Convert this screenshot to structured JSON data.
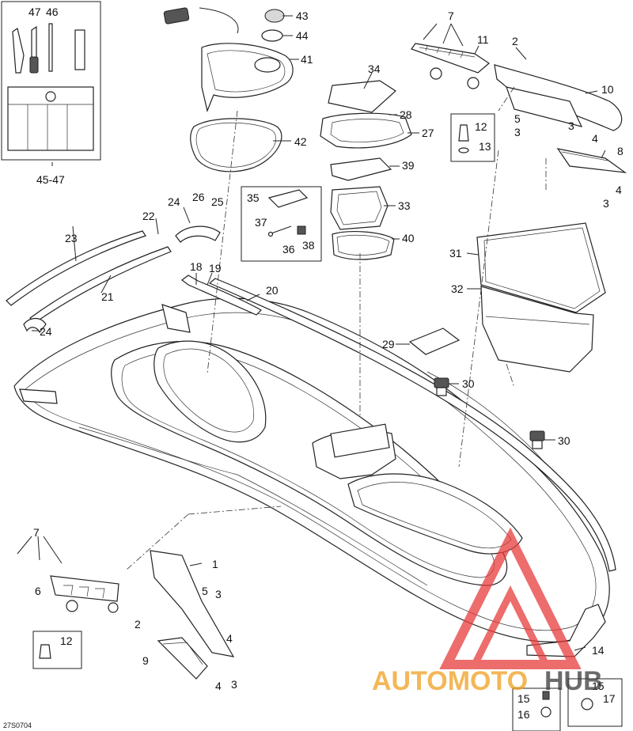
{
  "diagram": {
    "code": "27S0704",
    "labels": [
      {
        "id": "47",
        "text": "47"
      },
      {
        "id": "46",
        "text": "46"
      },
      {
        "id": "45-47",
        "text": "45-47"
      },
      {
        "id": "43",
        "text": "43"
      },
      {
        "id": "44",
        "text": "44"
      },
      {
        "id": "41",
        "text": "41"
      },
      {
        "id": "42",
        "text": "42"
      },
      {
        "id": "34",
        "text": "34"
      },
      {
        "id": "28",
        "text": "28"
      },
      {
        "id": "27",
        "text": "27"
      },
      {
        "id": "39",
        "text": "39"
      },
      {
        "id": "33",
        "text": "33"
      },
      {
        "id": "40",
        "text": "40"
      },
      {
        "id": "35",
        "text": "35"
      },
      {
        "id": "37",
        "text": "37"
      },
      {
        "id": "36",
        "text": "36"
      },
      {
        "id": "38",
        "text": "38"
      },
      {
        "id": "26",
        "text": "26"
      },
      {
        "id": "25",
        "text": "25"
      },
      {
        "id": "24a",
        "text": "24"
      },
      {
        "id": "24b",
        "text": "24"
      },
      {
        "id": "22",
        "text": "22"
      },
      {
        "id": "23",
        "text": "23"
      },
      {
        "id": "21",
        "text": "21"
      },
      {
        "id": "18",
        "text": "18"
      },
      {
        "id": "19",
        "text": "19"
      },
      {
        "id": "20",
        "text": "20"
      },
      {
        "id": "7a",
        "text": "7"
      },
      {
        "id": "11",
        "text": "11"
      },
      {
        "id": "2a",
        "text": "2"
      },
      {
        "id": "10",
        "text": "10"
      },
      {
        "id": "12a",
        "text": "12"
      },
      {
        "id": "13",
        "text": "13"
      },
      {
        "id": "5a",
        "text": "5"
      },
      {
        "id": "3a",
        "text": "3"
      },
      {
        "id": "3b",
        "text": "3"
      },
      {
        "id": "4a",
        "text": "4"
      },
      {
        "id": "8",
        "text": "8"
      },
      {
        "id": "4b",
        "text": "4"
      },
      {
        "id": "3c",
        "text": "3"
      },
      {
        "id": "31",
        "text": "31"
      },
      {
        "id": "32",
        "text": "32"
      },
      {
        "id": "29",
        "text": "29"
      },
      {
        "id": "30a",
        "text": "30"
      },
      {
        "id": "30b",
        "text": "30"
      },
      {
        "id": "7b",
        "text": "7"
      },
      {
        "id": "6",
        "text": "6"
      },
      {
        "id": "12b",
        "text": "12"
      },
      {
        "id": "1",
        "text": "1"
      },
      {
        "id": "5b",
        "text": "5"
      },
      {
        "id": "3d",
        "text": "3"
      },
      {
        "id": "2b",
        "text": "2"
      },
      {
        "id": "4c",
        "text": "4"
      },
      {
        "id": "9",
        "text": "9"
      },
      {
        "id": "4d",
        "text": "4"
      },
      {
        "id": "3e",
        "text": "3"
      },
      {
        "id": "14",
        "text": "14"
      },
      {
        "id": "15a",
        "text": "15"
      },
      {
        "id": "16",
        "text": "16"
      },
      {
        "id": "15b",
        "text": "15"
      },
      {
        "id": "17",
        "text": "17"
      }
    ]
  },
  "watermark": {
    "brand_a": "AUTOMOTO",
    "brand_b": "HUB",
    "color_a": "#f0a020",
    "color_b": "#3a3a3a",
    "triangle_color": "#e83c3c"
  }
}
